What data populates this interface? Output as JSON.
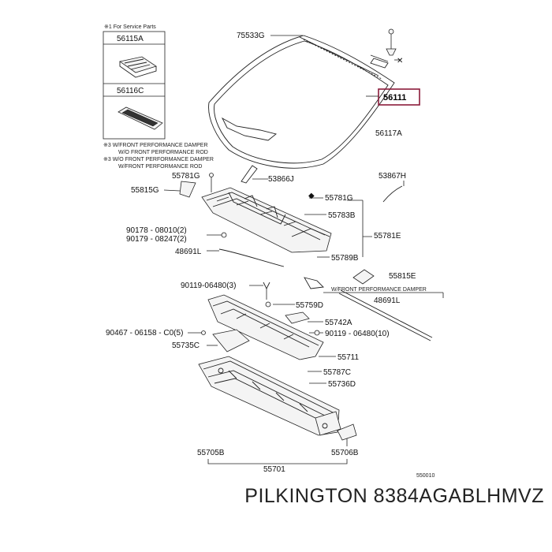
{
  "legend": {
    "title": "※1 For Service Parts",
    "item1": "56115A",
    "item2": "56116C",
    "note1": "※3 W/FRONT PERFORMANCE DAMPER",
    "note2": "W/O FRONT PERFORMANCE ROD",
    "note3": "※3 W/O FRONT PERFORMANCE DAMPER",
    "note4": "W/FRONT PERFORMANCE ROD"
  },
  "callouts": {
    "p75533G": "75533G",
    "p56111": "56111",
    "p56117A": "56117A",
    "p55781G_top": "55781G",
    "p55815G": "55815G",
    "p53866J": "53866J",
    "p53867H": "53867H",
    "p55781G": "55781G",
    "p55783B": "55783B",
    "p90178": "90178 - 08010(2)",
    "p90179": "90179 - 08247(2)",
    "p55781E": "55781E",
    "p48691L": "48691L",
    "p55789B": "55789B",
    "p55815E": "55815E",
    "p90119a": "90119-06480(3)",
    "damper_note": "W/FRONT PERFORMANCE DAMPER",
    "p48691L_b": "48691L",
    "p55759D": "55759D",
    "p55742A": "55742A",
    "p90467": "90467 - 06158 - C0(5)",
    "p90119b": "90119 - 06480(10)",
    "p55735C": "55735C",
    "p55711": "55711",
    "p55787C": "55787C",
    "p55736D": "55736D",
    "p55705B": "55705B",
    "p55706B": "55706B",
    "p55701": "55701",
    "figcode": "550010"
  },
  "highlight_color": "#8b1a3a",
  "caption": "PILKINGTON 8384AGABLHMVZ"
}
